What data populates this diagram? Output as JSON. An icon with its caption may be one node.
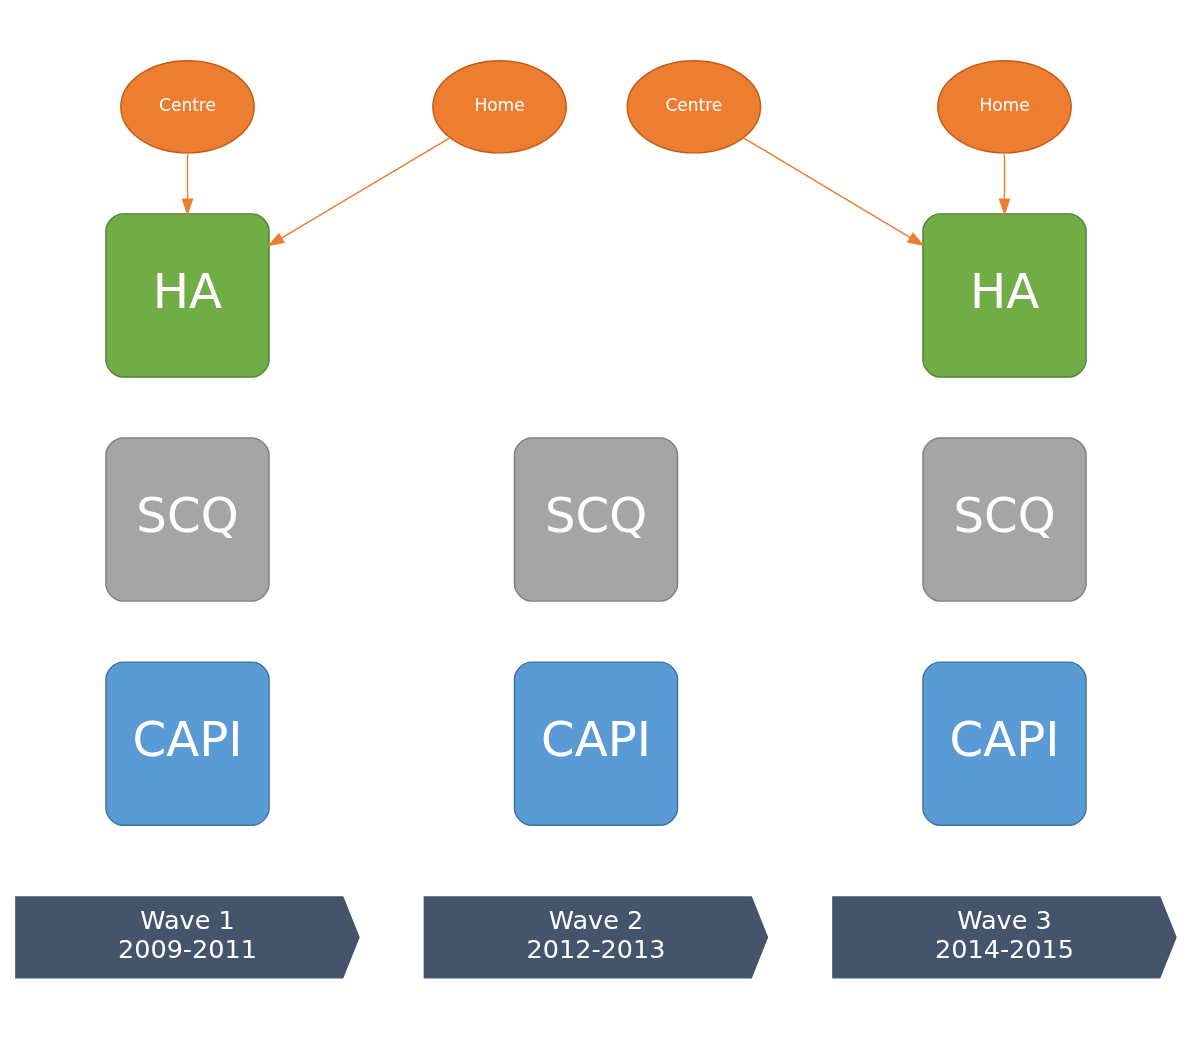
{
  "diagram": {
    "nodes": [
      {
        "text": [
          "Centre"
        ]
      },
      {
        "text": [
          "Home"
        ]
      },
      {
        "text": [
          "Centre"
        ]
      },
      {
        "text": [
          "Home"
        ]
      },
      {
        "text": [
          "HA"
        ]
      },
      {
        "text": [
          "HA"
        ]
      },
      {
        "text": [
          "SCQ"
        ]
      },
      {
        "text": [
          "SCQ"
        ]
      },
      {
        "text": [
          "SCQ"
        ]
      },
      {
        "text": [
          "CAPI"
        ]
      },
      {
        "text": [
          "CAPI"
        ]
      },
      {
        "text": [
          "CAPI"
        ]
      },
      {
        "text": [
          "Wave 1",
          "2009-2011"
        ]
      },
      {
        "text": [
          "Wave 2",
          "2012-2013"
        ]
      },
      {
        "text": [
          "Wave 3",
          "2014-2015"
        ]
      }
    ],
    "edges": [
      {
        "from": 0,
        "to": 4,
        "arrow": "to"
      },
      {
        "from": 1,
        "to": 4,
        "arrow": "to"
      },
      {
        "from": 2,
        "to": 5,
        "arrow": "to"
      },
      {
        "from": 3,
        "to": 5,
        "arrow": "to"
      }
    ]
  }
}
